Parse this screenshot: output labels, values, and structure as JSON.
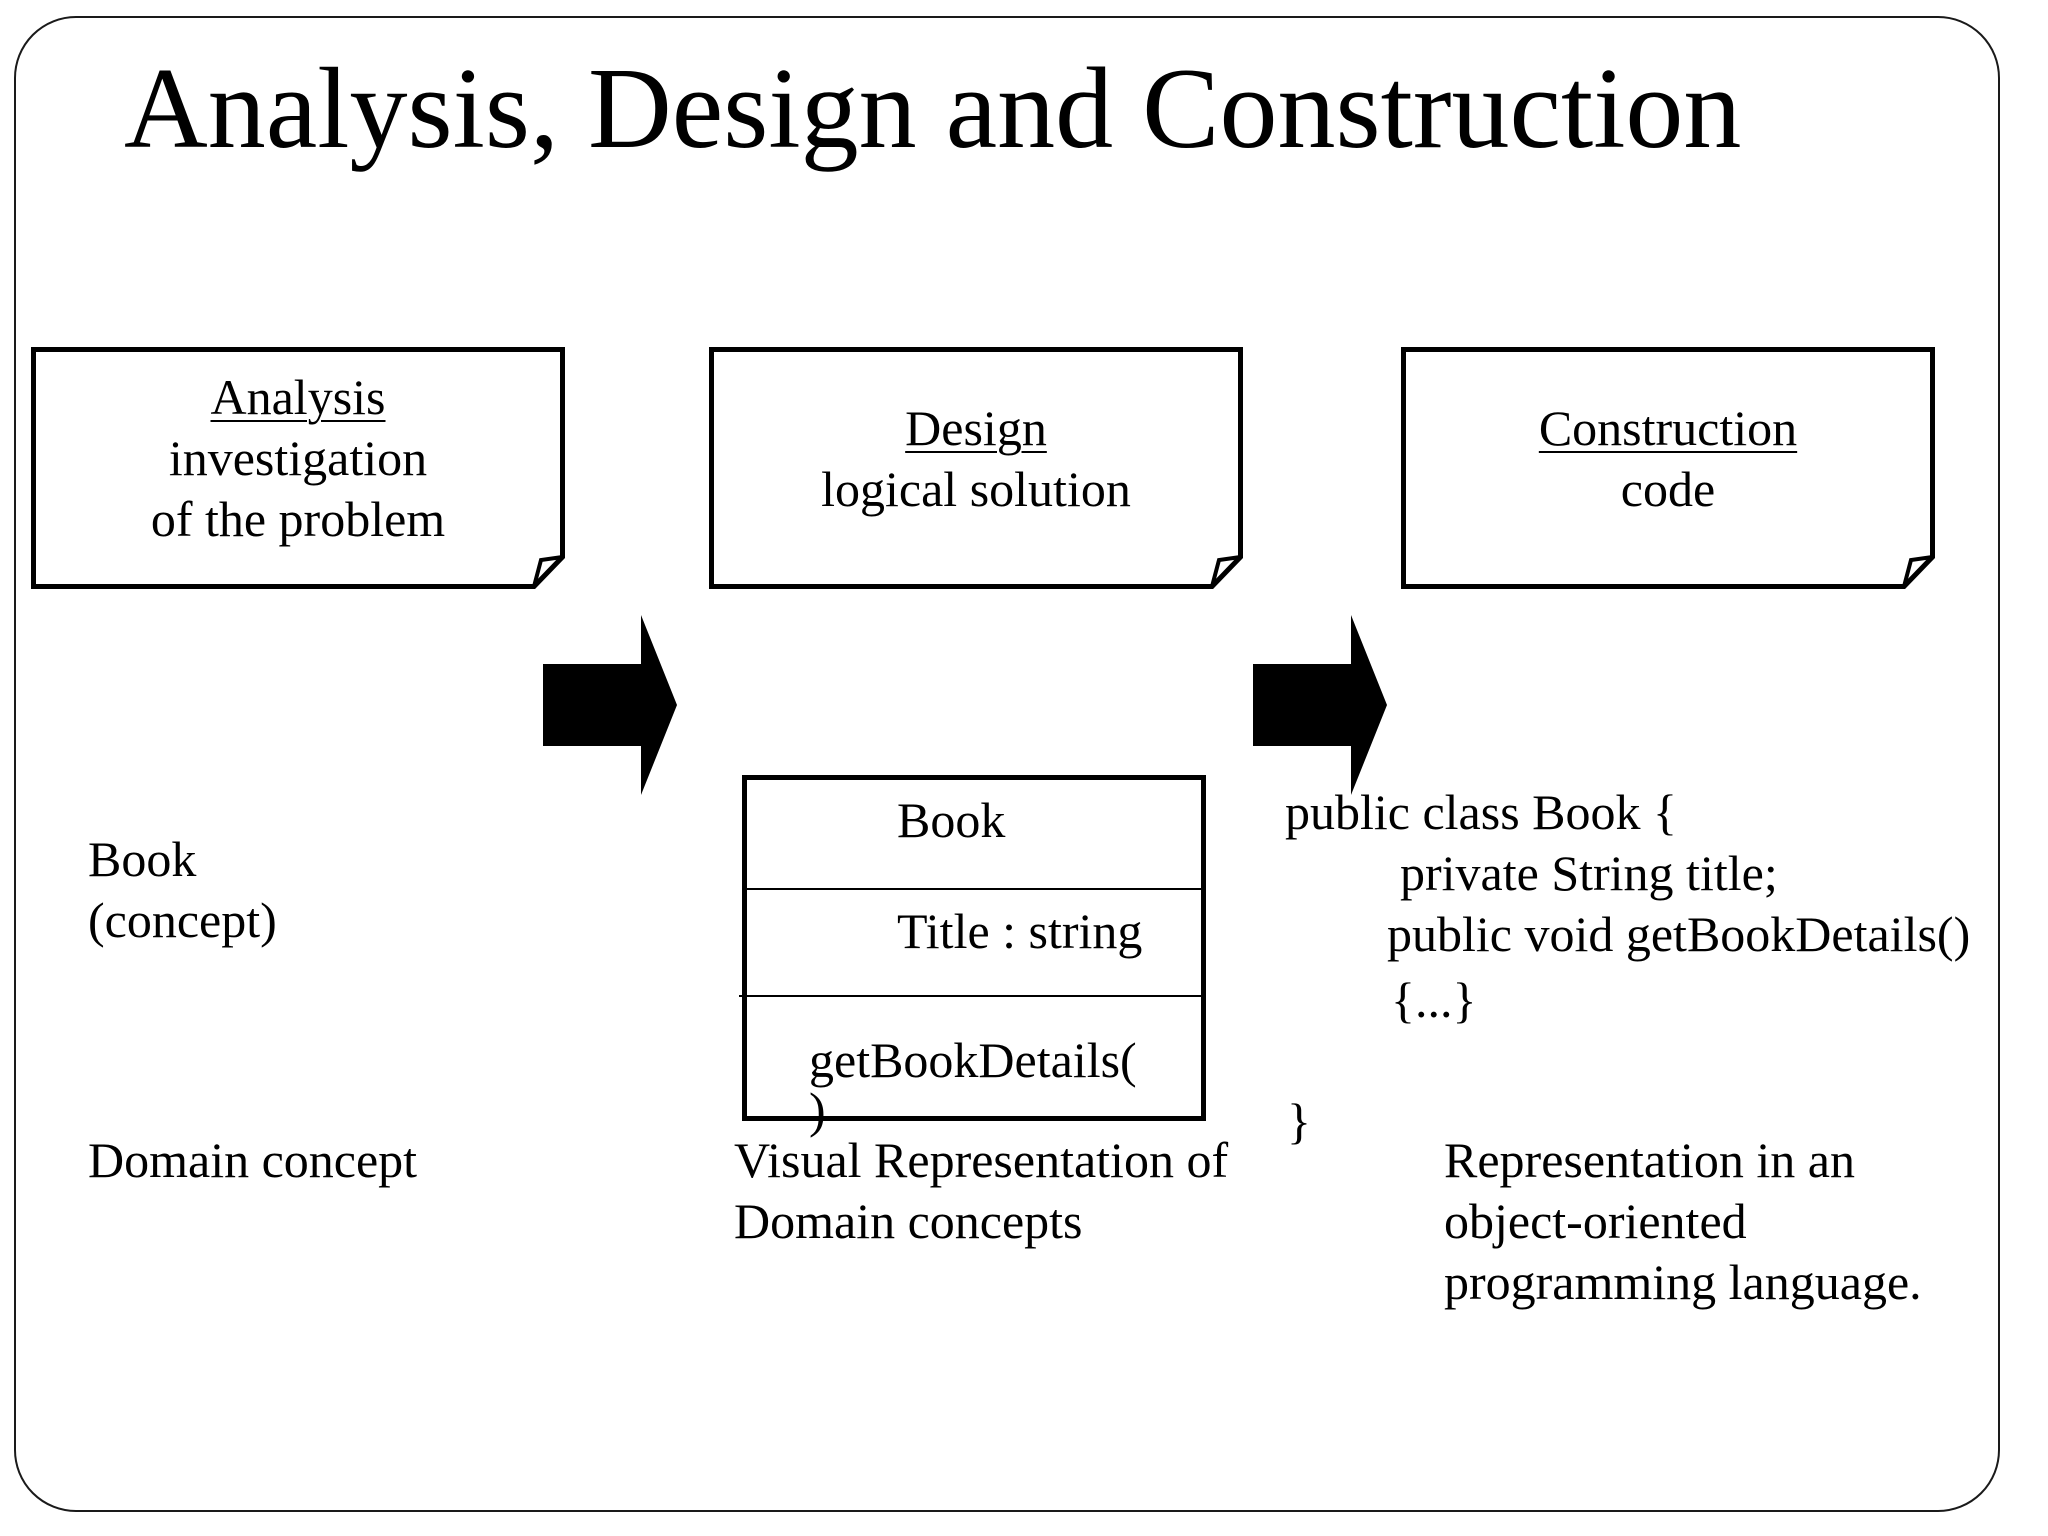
{
  "slide": {
    "title": "Analysis, Design and Construction"
  },
  "stages": {
    "analysis": {
      "heading": "Analysis",
      "lines": [
        "investigation",
        "of the problem"
      ]
    },
    "design": {
      "heading": "Design",
      "lines": [
        "logical solution"
      ]
    },
    "construction": {
      "heading": "Construction",
      "lines": [
        "code"
      ]
    }
  },
  "concept": {
    "lines": [
      "Book",
      "(concept)"
    ],
    "caption": "Domain concept"
  },
  "uml_class": {
    "name": "Book",
    "attribute": "Title : string",
    "operation_line1": "getBookDetails(",
    "operation_line2": ")",
    "caption_lines": [
      "Visual Representation of",
      "Domain concepts"
    ]
  },
  "code": {
    "lines": [
      "public class Book {",
      "private String title;",
      "public void getBookDetails()",
      "{...}",
      "}"
    ],
    "caption_lines": [
      "Representation in an",
      "object-oriented",
      "programming language."
    ]
  }
}
